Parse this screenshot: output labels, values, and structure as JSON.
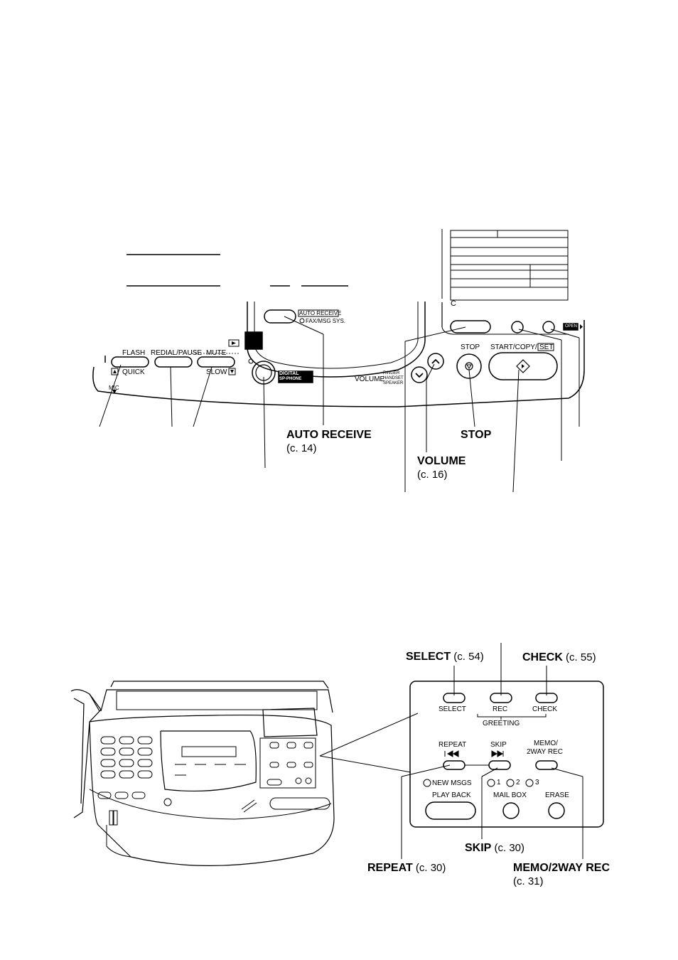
{
  "top_panel": {
    "auto_receive_tag": "AUTO RECEIVE",
    "fax_msg_sys": "FAX/MSG SYS.",
    "flash": "FLASH",
    "quick": "QUICK",
    "redial_pause": "REDIAL/PAUSE",
    "mute": "MUTE",
    "slow": "SLOW",
    "mic": "MIC",
    "digital_logo_line1": "DIGITAL",
    "digital_logo_line2": "SP-PHONE",
    "volume": "VOLUME",
    "volume_sub1": "RINGER",
    "volume_sub2": "HANDSET",
    "volume_sub3": "SPEAKER",
    "stop_btn": "STOP",
    "start_copy_set": "START/COPY/",
    "set": "SET",
    "open": "OPEN",
    "copyright_glyph": "C"
  },
  "callouts_top": {
    "auto_receive": "AUTO RECEIVE",
    "auto_receive_ref": "(c. 14)",
    "stop": "STOP",
    "volume": "VOLUME",
    "volume_ref": "(c. 16)"
  },
  "bottom_panel": {
    "select": "SELECT",
    "rec": "REC",
    "check": "CHECK",
    "greeting": "GREETING",
    "repeat": "REPEAT",
    "skip": "SKIP",
    "memo_line1": "MEMO/",
    "memo_line2": "2WAY REC",
    "new_msgs": "NEW MSGS",
    "mb1": "1",
    "mb2": "2",
    "mb3": "3",
    "play_back": "PLAY BACK",
    "mail_box": "MAIL BOX",
    "erase": "ERASE"
  },
  "callouts_bottom": {
    "select": "SELECT",
    "select_ref": " (c. 54)",
    "check": "CHECK",
    "check_ref": " (c. 55)",
    "skip": "SKIP",
    "skip_ref": " (c. 30)",
    "repeat": "REPEAT",
    "repeat_ref": " (c. 30)",
    "memo": "MEMO/2WAY REC",
    "memo_ref": "(c. 31)"
  }
}
